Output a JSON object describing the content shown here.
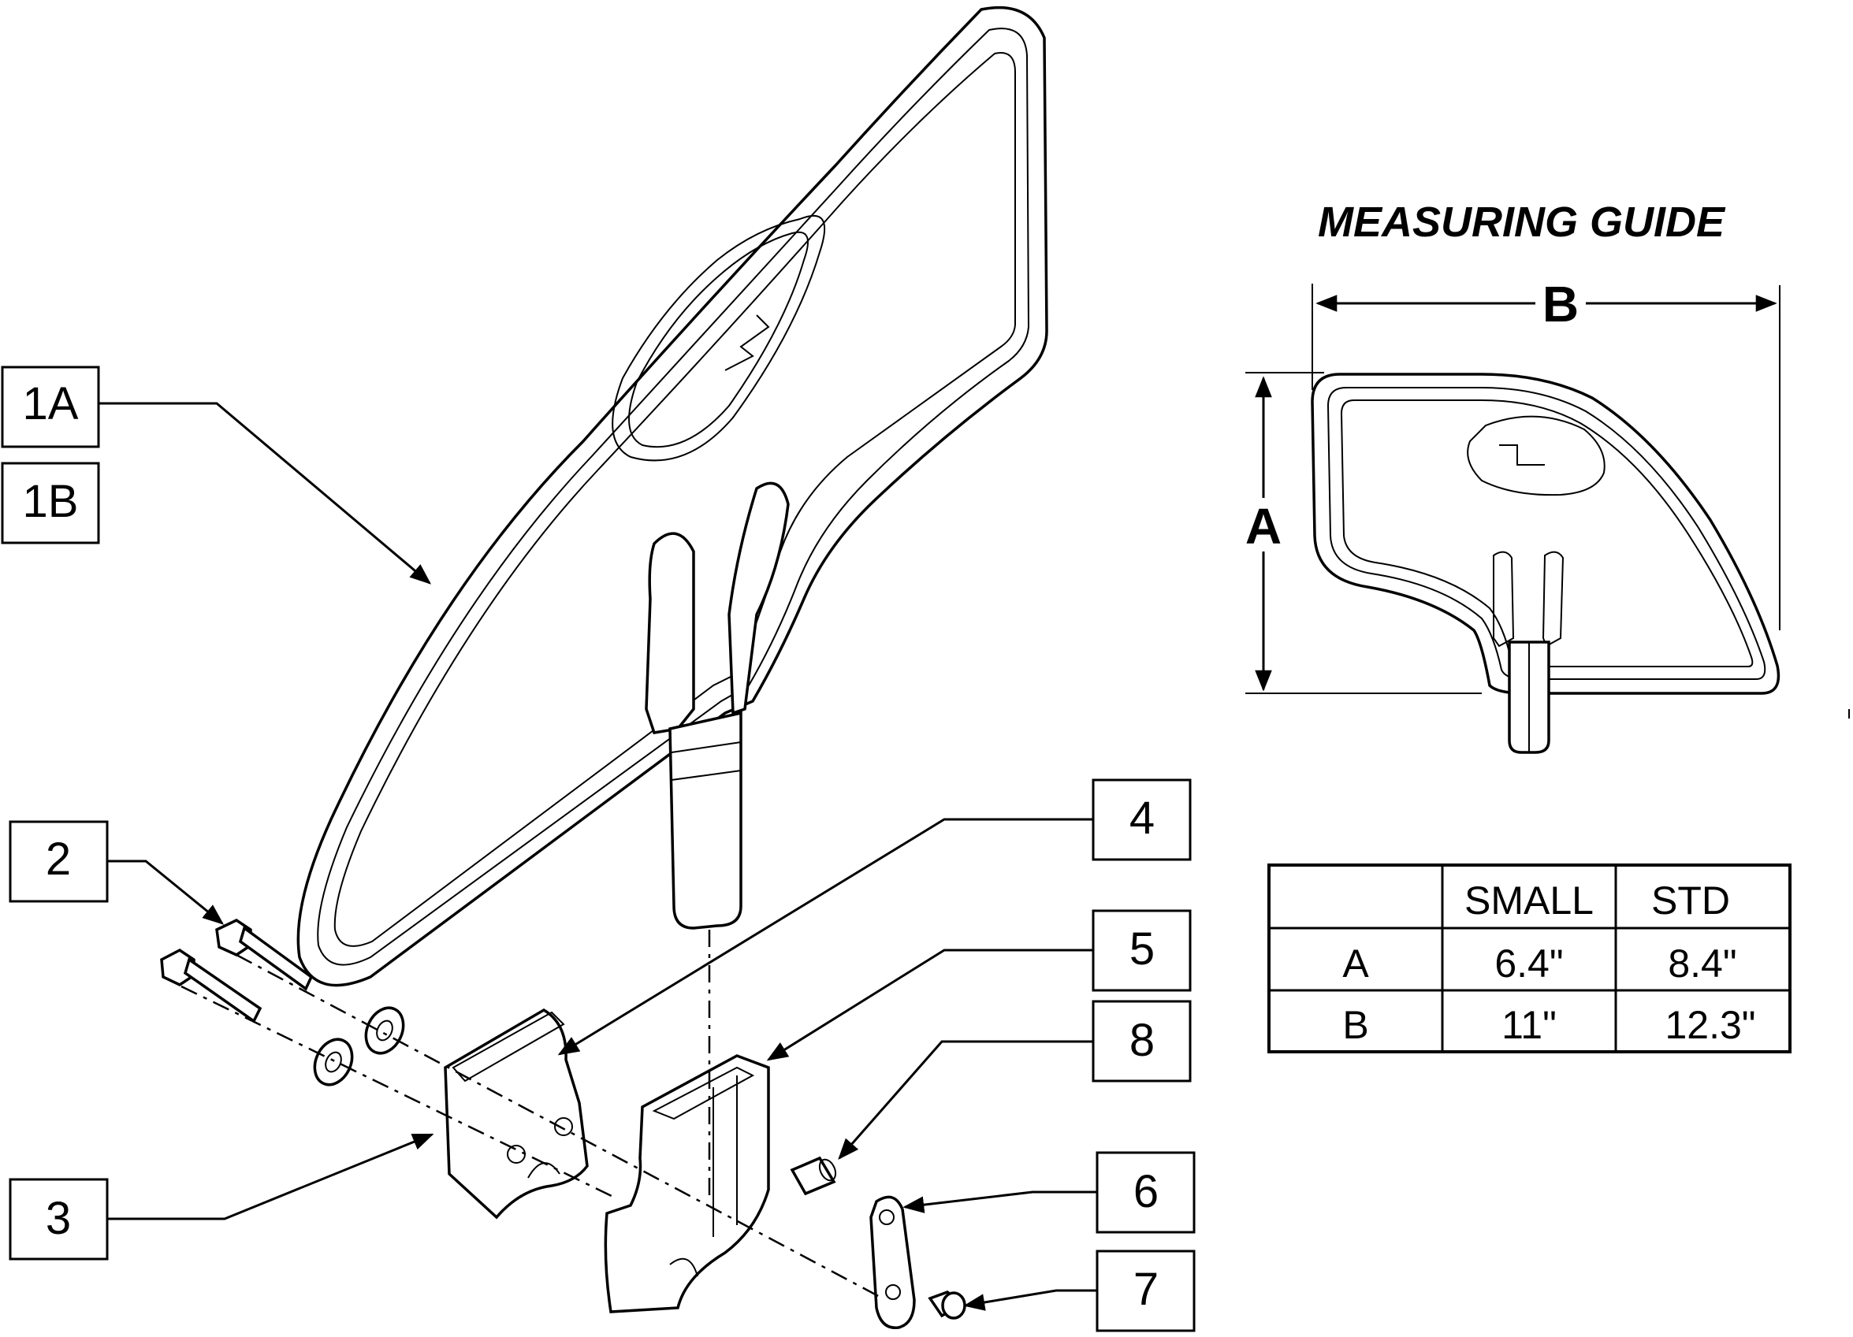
{
  "callouts": [
    "1A",
    "1B",
    "2",
    "3",
    "4",
    "5",
    "6",
    "7",
    "8"
  ],
  "measuring_guide": {
    "title": "MEASURING GUIDE",
    "dim_a": "A",
    "dim_b": "B"
  },
  "size_table": {
    "headers": [
      "",
      "SMALL",
      "STD"
    ],
    "rows": [
      {
        "label": "A",
        "small": "6.4\"",
        "std": "8.4\""
      },
      {
        "label": "B",
        "small": "11\"",
        "std": "12.3\""
      }
    ]
  }
}
